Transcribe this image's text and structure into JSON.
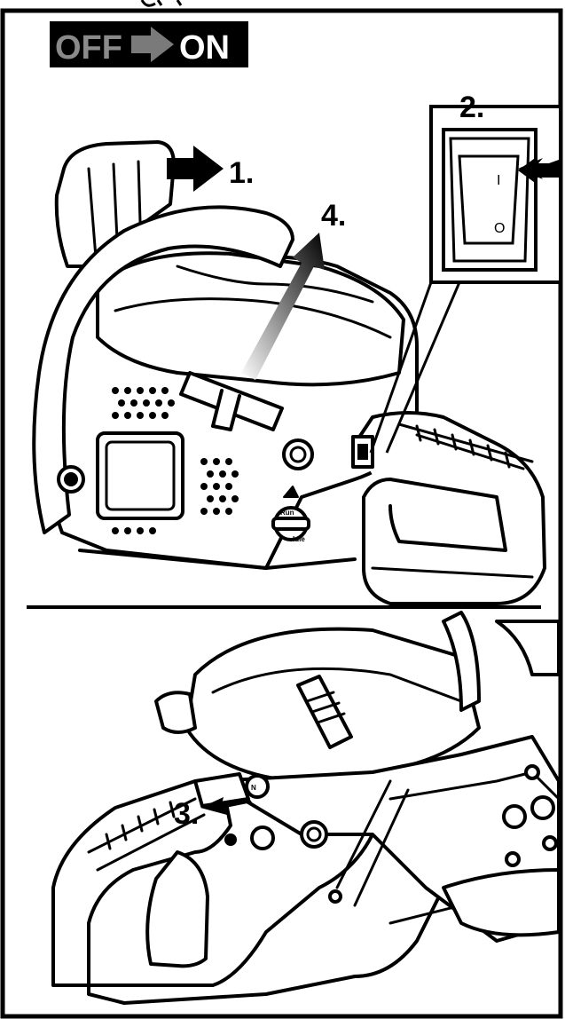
{
  "banner": {
    "off_label": "OFF",
    "on_label": "ON"
  },
  "steps": {
    "step1": "1.",
    "step2": "2.",
    "step3": "3.",
    "step4": "4."
  },
  "switch_marks": {
    "on_mark": "I",
    "off_mark": "O"
  },
  "colors": {
    "line": "#000000",
    "banner_bg": "#000000",
    "off_text": "#8a8a8a",
    "on_text": "#ffffff"
  },
  "icons": [
    "right-arrow-icon",
    "rocker-switch-icon",
    "chain-saw-illustration"
  ]
}
